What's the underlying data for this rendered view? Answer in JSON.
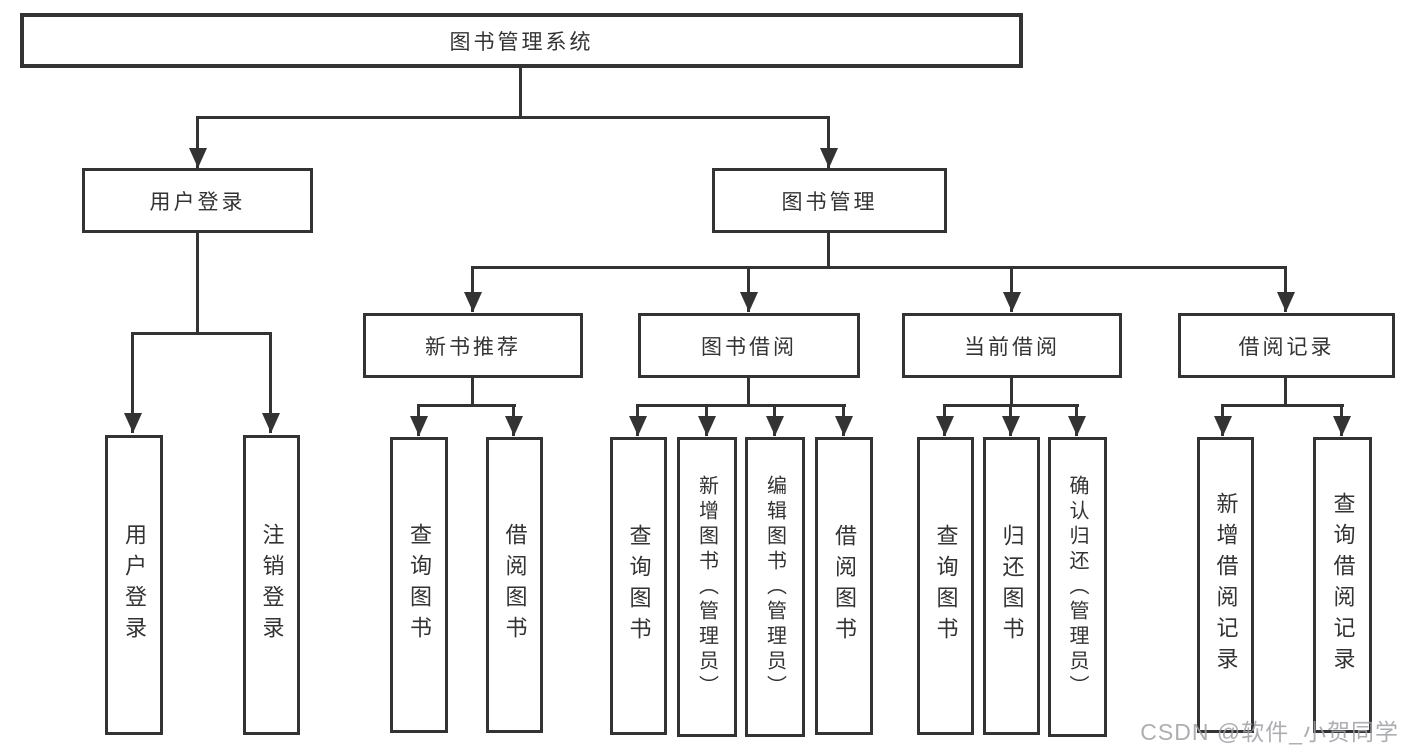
{
  "diagram": {
    "title": "图书管理系统",
    "nodes": {
      "root": {
        "label": "图书管理系统"
      },
      "userLogin": {
        "label": "用户登录"
      },
      "bookManagement": {
        "label": "图书管理"
      },
      "newBookRecommend": {
        "label": "新书推荐"
      },
      "bookBorrowing": {
        "label": "图书借阅"
      },
      "currentBorrowing": {
        "label": "当前借阅"
      },
      "borrowRecords": {
        "label": "借阅记录"
      },
      "userLoginLeaf": {
        "label": "用户登录"
      },
      "logoutLeaf": {
        "label": "注销登录"
      },
      "nbQueryLeaf": {
        "label": "查询图书"
      },
      "nbBorrowLeaf": {
        "label": "借阅图书"
      },
      "bbQueryLeaf": {
        "label": "查询图书"
      },
      "bbAddAdminLeaf": {
        "label": "新增图书（管理员）"
      },
      "bbEditAdminLeaf": {
        "label": "编辑图书（管理员）"
      },
      "bbBorrowLeaf": {
        "label": "借阅图书"
      },
      "cbQueryLeaf": {
        "label": "查询图书"
      },
      "cbReturnLeaf": {
        "label": "归还图书"
      },
      "cbConfirmAdminLeaf": {
        "label": "确认归还（管理员）"
      },
      "brAddLeaf": {
        "label": "新增借阅记录"
      },
      "brQueryLeaf": {
        "label": "查询借阅记录"
      }
    },
    "hierarchy": {
      "root": [
        "userLogin",
        "bookManagement"
      ],
      "userLogin": [
        "userLoginLeaf",
        "logoutLeaf"
      ],
      "bookManagement": [
        "newBookRecommend",
        "bookBorrowing",
        "currentBorrowing",
        "borrowRecords"
      ],
      "newBookRecommend": [
        "nbQueryLeaf",
        "nbBorrowLeaf"
      ],
      "bookBorrowing": [
        "bbQueryLeaf",
        "bbAddAdminLeaf",
        "bbEditAdminLeaf",
        "bbBorrowLeaf"
      ],
      "currentBorrowing": [
        "cbQueryLeaf",
        "cbReturnLeaf",
        "cbConfirmAdminLeaf"
      ],
      "borrowRecords": [
        "brAddLeaf",
        "brQueryLeaf"
      ]
    },
    "colors": {
      "line": "#333333",
      "text": "#333333",
      "background": "#ffffff",
      "watermark": "#9ea0a4"
    }
  },
  "watermark": {
    "text": "CSDN @软件_小贺同学"
  }
}
